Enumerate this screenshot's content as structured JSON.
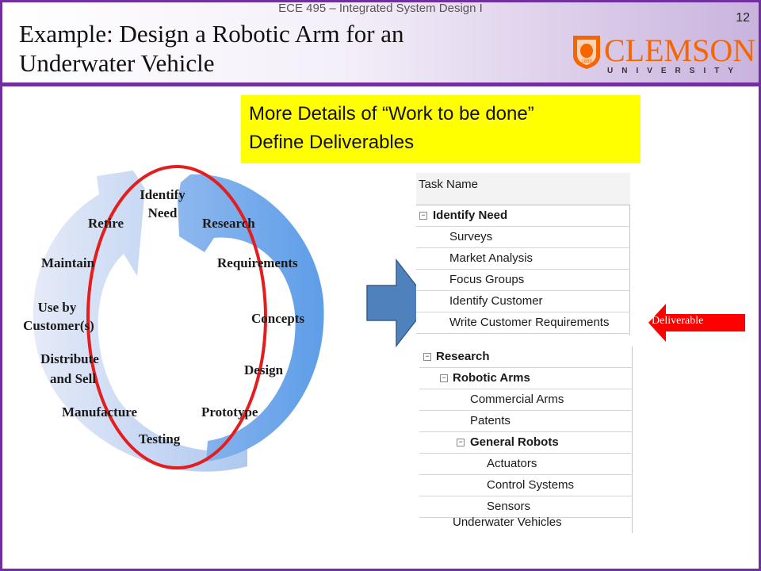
{
  "slide": {
    "course": "ECE 495 – Integrated System Design I",
    "page_number": "12",
    "title_line1": "Example: Design a Robotic Arm for an",
    "title_line2": "Underwater Vehicle",
    "logo_word": "CLEMSON",
    "logo_sub": "UNIVERSITY",
    "logo_year": "1889"
  },
  "callout": {
    "line1": "More Details of “Work to be done”",
    "line2": "Define Deliverables"
  },
  "cycle": {
    "labels": [
      "Identify",
      "Need",
      "Research",
      "Requirements",
      "Concepts",
      "Design",
      "Prototype",
      "Testing",
      "Manufacture",
      "Distribute",
      "and Sell",
      "Use by",
      "Customer(s)",
      "Maintain",
      "Retire"
    ]
  },
  "table1": {
    "header": "Task Name",
    "rows": [
      "Identify Need",
      "Surveys",
      "Market Analysis",
      "Focus Groups",
      "Identify Customer",
      "Write Customer Requirements"
    ]
  },
  "table2": {
    "rows": [
      "Research",
      "Robotic Arms",
      "Commercial Arms",
      "Patents",
      "General Robots",
      "Actuators",
      "Control Systems",
      "Sensors",
      "Underwater Vehicles"
    ]
  },
  "deliverable_label": "Deliverable",
  "colors": {
    "frame": "#7030a0",
    "callout": "#ffff00",
    "arrow_blue": "#4f81bd",
    "deliverable_red": "#ff0000",
    "ellipse_red": "#e41e1e",
    "clemson_orange": "#f56600"
  }
}
